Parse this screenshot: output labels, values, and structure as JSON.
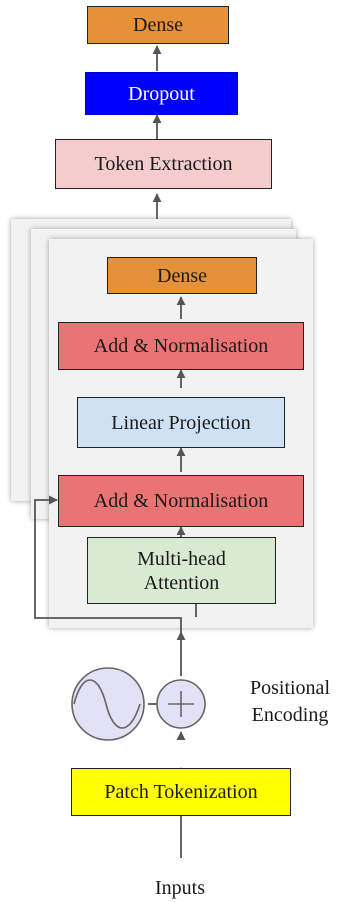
{
  "blocks": {
    "top_dense": {
      "label": "Dense",
      "color": "#e69138"
    },
    "dropout": {
      "label": "Dropout",
      "color": "#0000ff",
      "text_color": "#ffffff"
    },
    "token_extraction": {
      "label": "Token Extraction",
      "color": "#f4cccc"
    },
    "encoder_dense": {
      "label": "Dense",
      "color": "#e69138"
    },
    "add_norm_upper": {
      "label": "Add & Normalisation",
      "color": "#ea7474"
    },
    "linear_projection": {
      "label": "Linear Projection",
      "color": "#cfe2f3"
    },
    "add_norm_lower": {
      "label": "Add & Normalisation",
      "color": "#ea7474"
    },
    "multi_head_attention": {
      "label": "Multi-head Attention",
      "color": "#d9ead3"
    },
    "patch_tokenization": {
      "label": "Patch Tokenization",
      "color": "#ffff00"
    }
  },
  "positional_encoding": {
    "label": "Positional Encoding",
    "icon_fill": "#e3e1f5"
  },
  "inputs": {
    "label": "Inputs"
  },
  "encoder_stack": {
    "card_color": "#f2f2f2"
  },
  "connector_color": "#555555"
}
